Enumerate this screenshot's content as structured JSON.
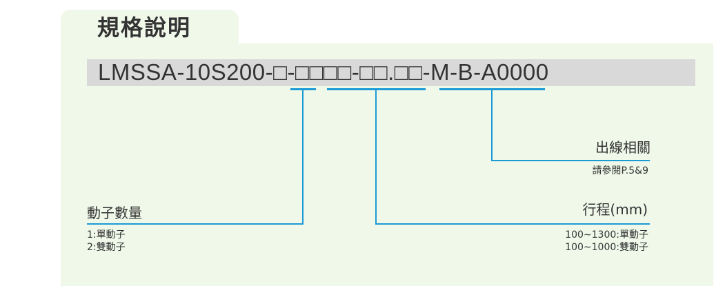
{
  "title": "規格說明",
  "code": "LMSSA-10S200-□-□□□□-□□.□□-M-B-A0000",
  "sections": {
    "wiring": {
      "label": "出線相關",
      "notes": [
        "請參閱P.5&9"
      ]
    },
    "movers": {
      "label": "動子數量",
      "notes": [
        "1:單動子",
        "2:雙動子"
      ]
    },
    "stroke": {
      "label": "行程(mm)",
      "notes": [
        "100~1300:單動子",
        "100~1000:雙動子"
      ]
    }
  },
  "colors": {
    "panel_bg": "#f0f8ea",
    "code_bar": "#d9d9d9",
    "accent_line": "#1c9ad6",
    "text": "#333333"
  }
}
